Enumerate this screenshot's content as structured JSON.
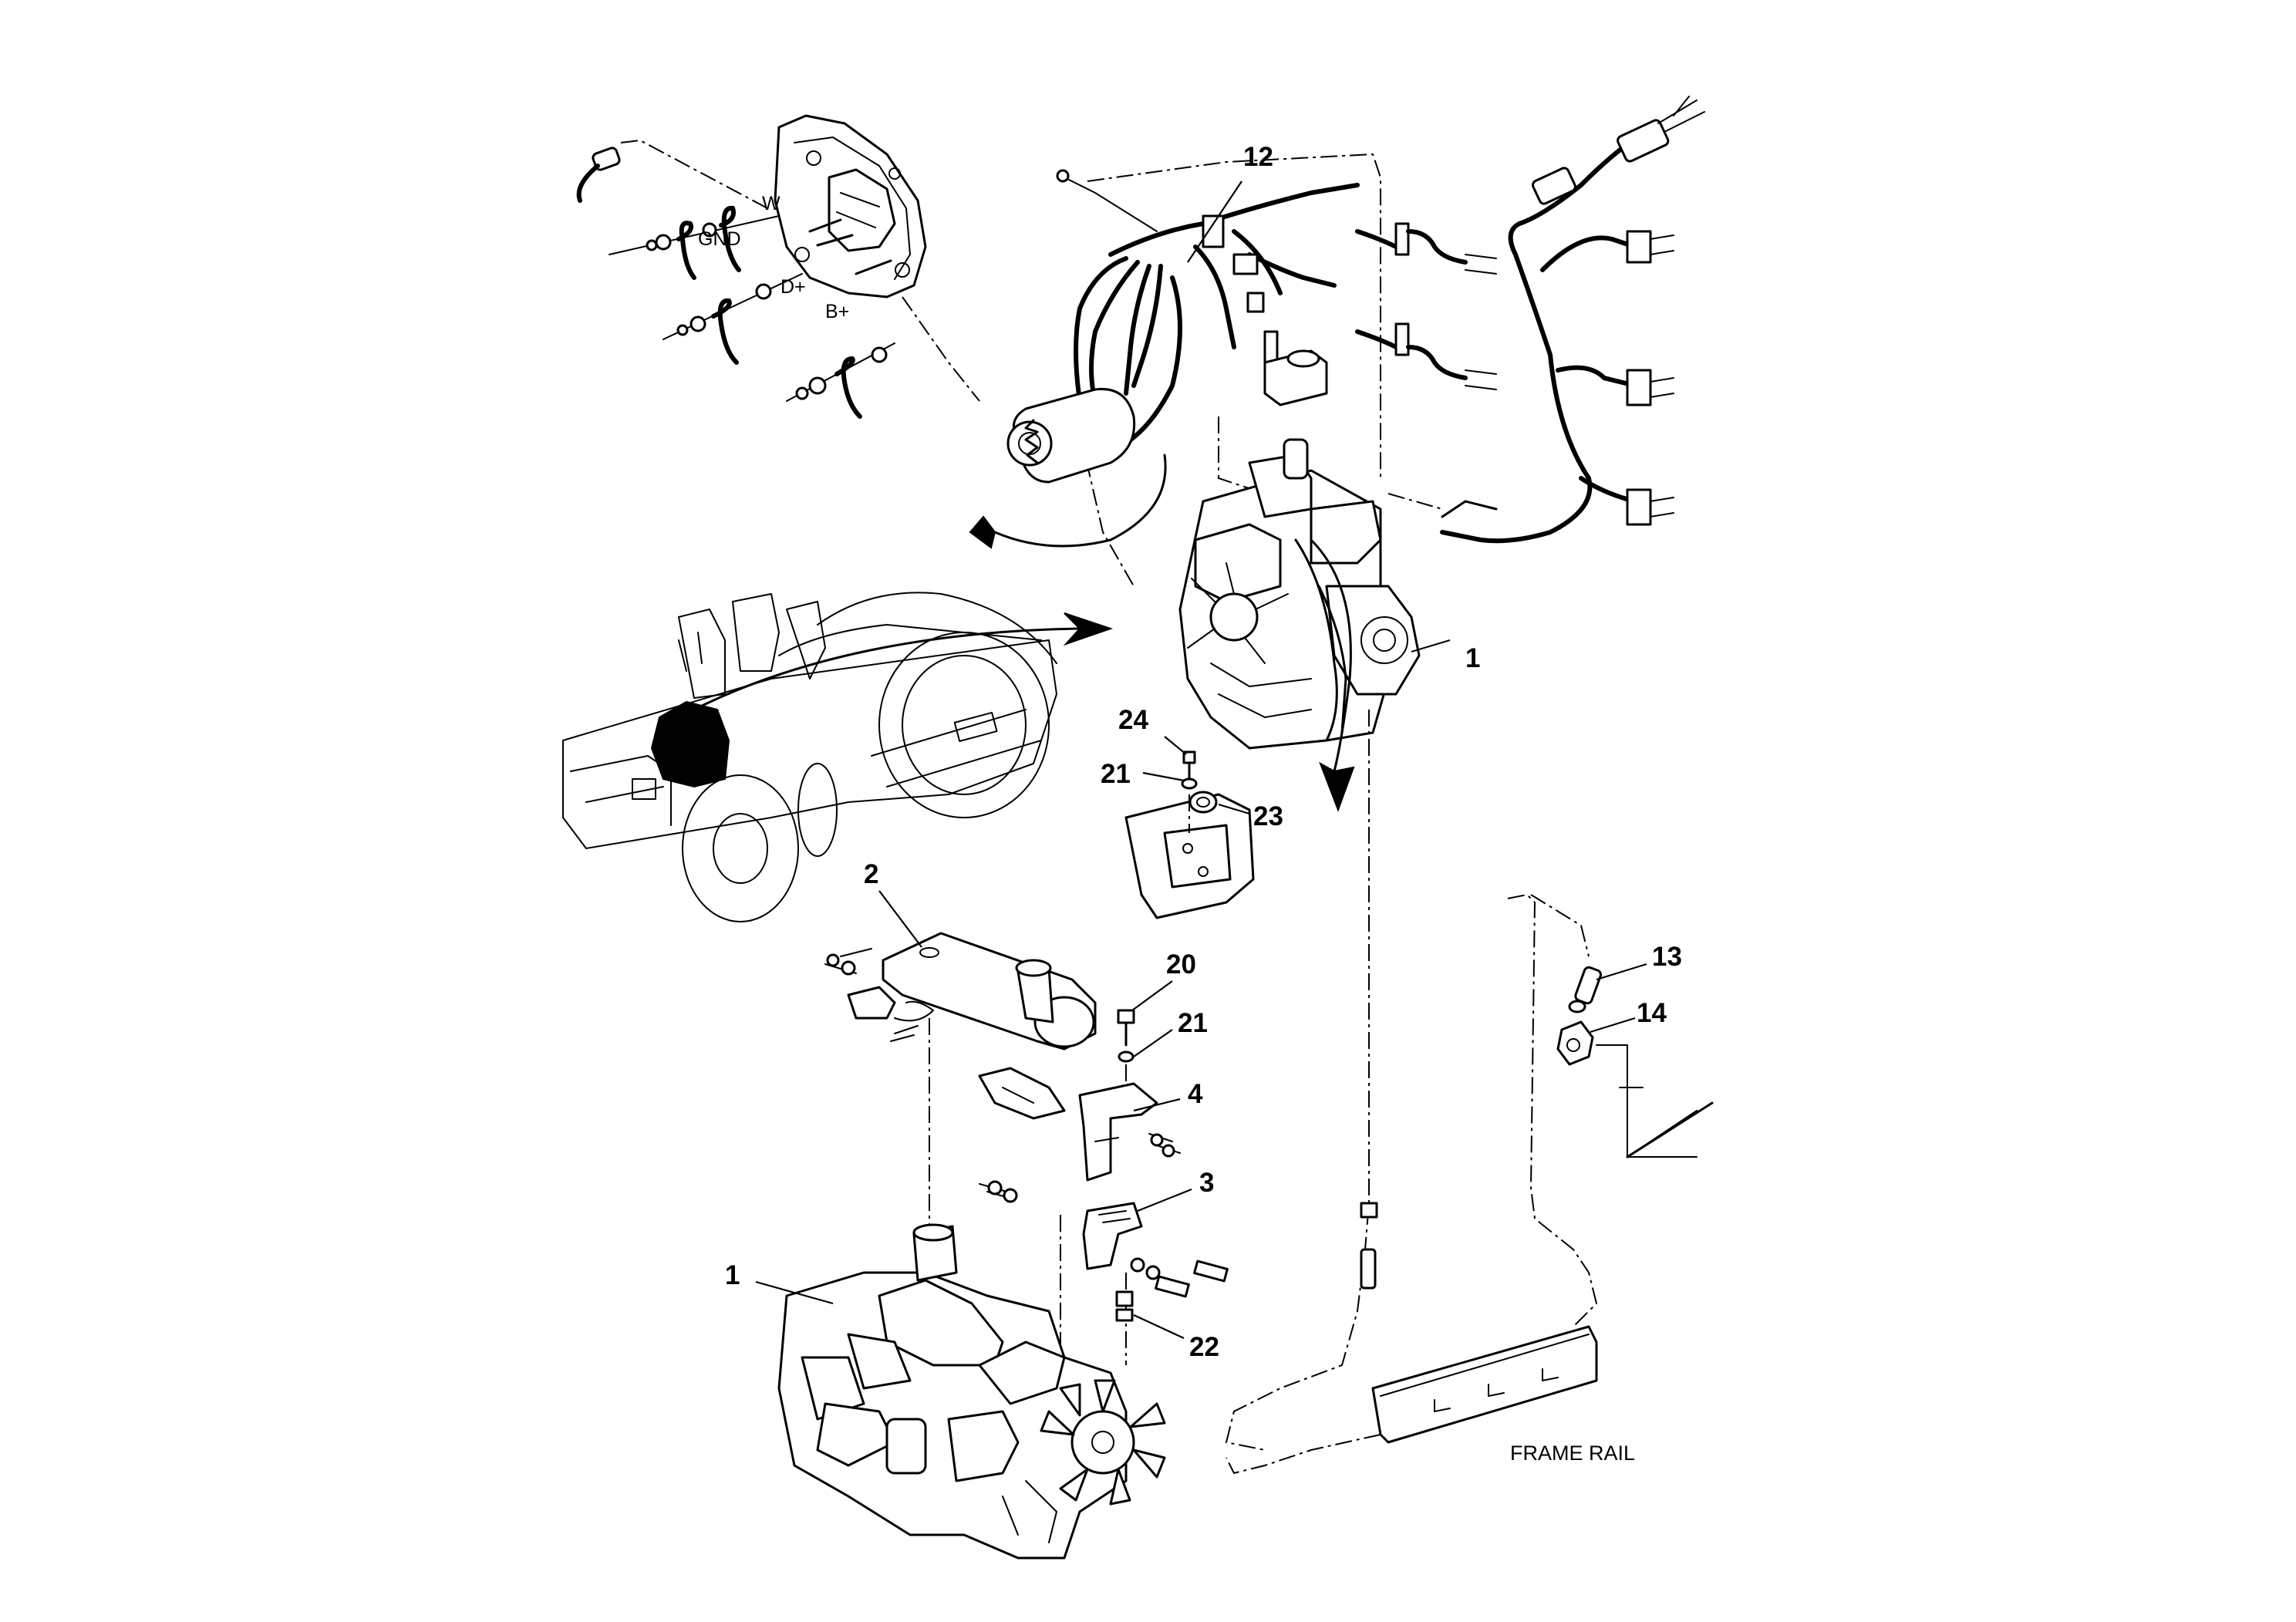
{
  "diagram": {
    "callouts": {
      "c12": "12",
      "c1_top": "1",
      "c24": "24",
      "c21_top": "21",
      "c23": "23",
      "c2": "2",
      "c20": "20",
      "c21_mid": "21",
      "c4": "4",
      "c3": "3",
      "c22": "22",
      "c1_bottom": "1",
      "c13": "13",
      "c14": "14"
    },
    "terminals": {
      "w": "W",
      "gnd": "GND",
      "d_plus": "D+",
      "b_plus": "B+"
    },
    "frame_rail_label": "FRAME RAIL"
  }
}
